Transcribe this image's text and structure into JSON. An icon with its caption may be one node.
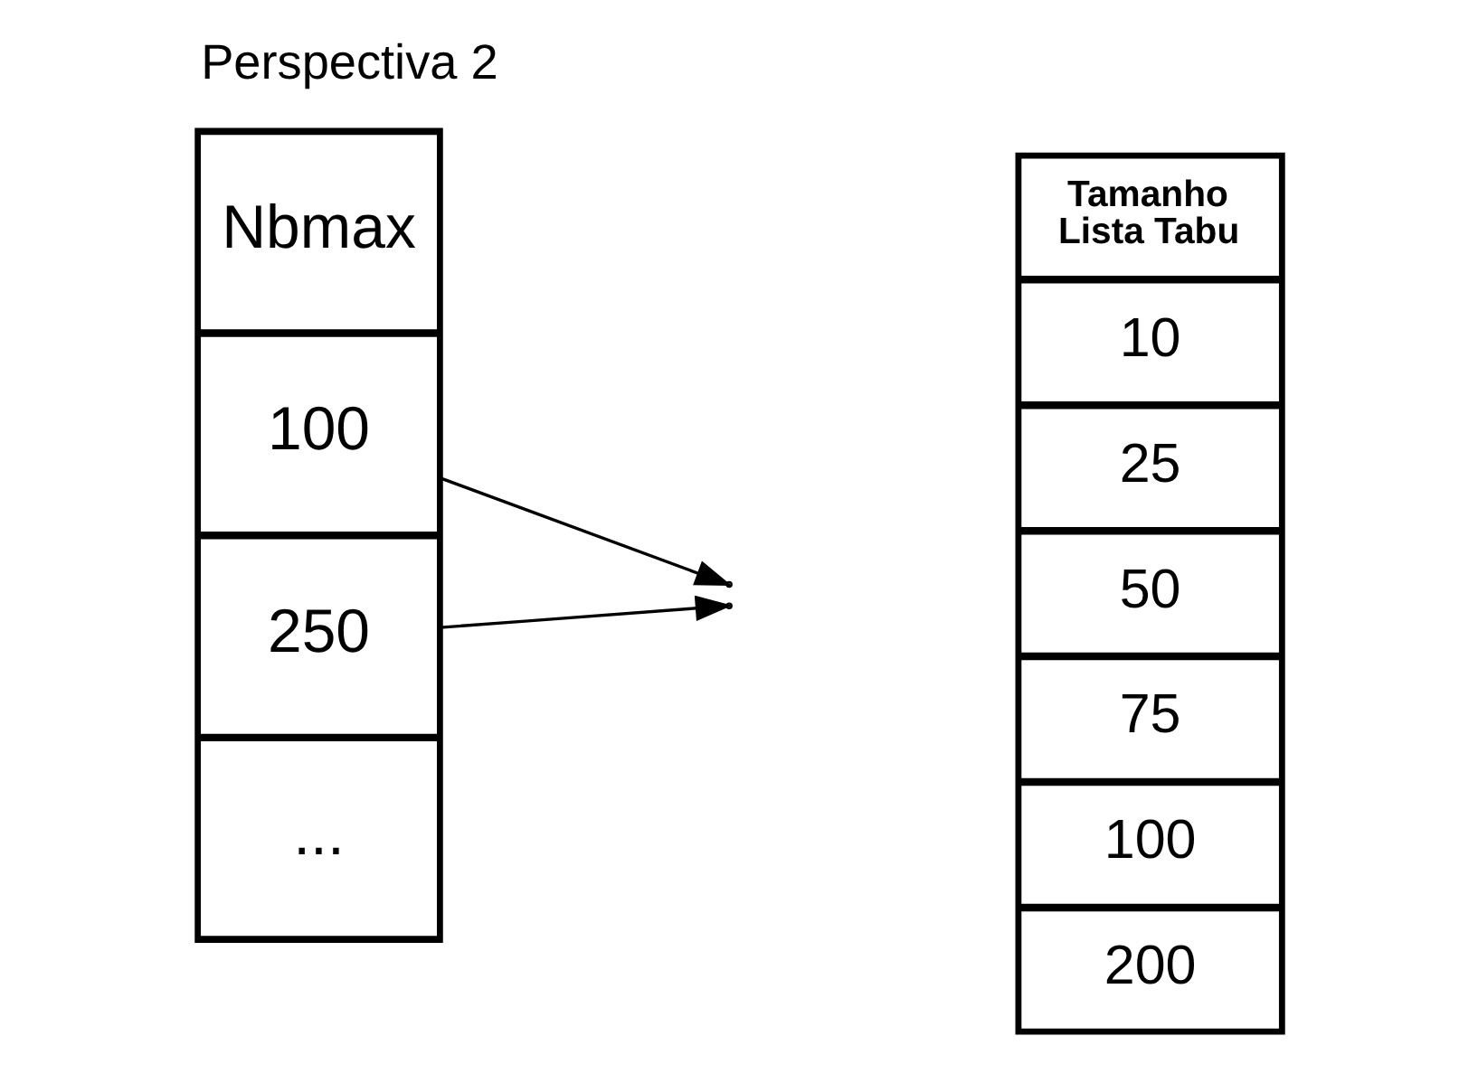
{
  "diagram": {
    "title": "Perspectiva 2",
    "nodes": [
      {
        "text": [],
        "shape": "box"
      },
      {
        "text": [
          "Nbmax"
        ],
        "in": 0
      },
      {
        "text": [
          "100"
        ],
        "in": 0
      },
      {
        "text": [
          "250"
        ],
        "in": 0
      },
      {
        "text": [
          "..."
        ],
        "in": 0
      },
      {
        "text": [],
        "shape": "box"
      },
      {
        "text": [
          "Tamanho Lista Tabu"
        ],
        "in": 5
      },
      {
        "text": [
          "10"
        ],
        "in": 5
      },
      {
        "text": [
          "25"
        ],
        "in": 5
      },
      {
        "text": [
          "50"
        ],
        "in": 5
      },
      {
        "text": [
          "75"
        ],
        "in": 5
      },
      {
        "text": [
          "100"
        ],
        "in": 5
      },
      {
        "text": [
          "200"
        ],
        "in": 5
      }
    ],
    "edges": [
      {
        "from": 2,
        "to": null,
        "arrow": "to"
      },
      {
        "from": 3,
        "to": null,
        "arrow": "to"
      }
    ]
  }
}
